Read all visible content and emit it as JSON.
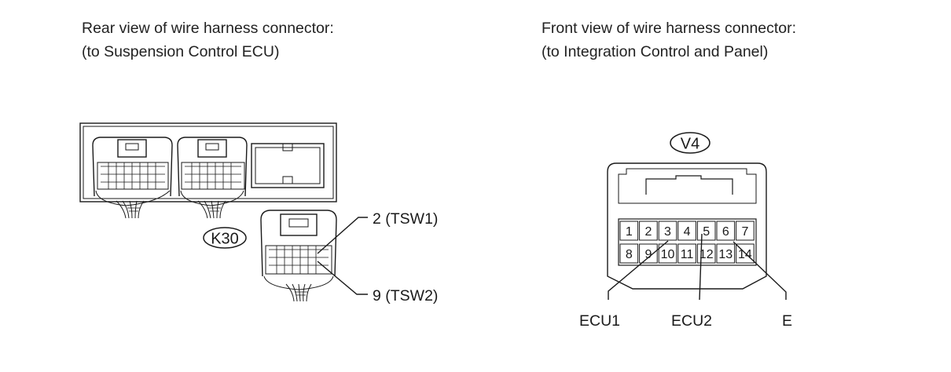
{
  "left_panel": {
    "caption_line1": "Rear view of wire harness connector:",
    "caption_line2": "(to Suspension Control ECU)",
    "connector_id": "K30",
    "callouts": [
      {
        "pin": "2",
        "signal": "TSW1",
        "text": "2 (TSW1)"
      },
      {
        "pin": "9",
        "signal": "TSW2",
        "text": "9 (TSW2)"
      }
    ]
  },
  "right_panel": {
    "caption_line1": "Front view of wire harness connector:",
    "caption_line2": "(to Integration Control and Panel)",
    "connector_id": "V4",
    "pins_top_row": [
      "1",
      "2",
      "3",
      "4",
      "5",
      "6",
      "7"
    ],
    "pins_bottom_row": [
      "8",
      "9",
      "10",
      "11",
      "12",
      "13",
      "14"
    ],
    "terminal_labels": [
      {
        "text": "ECU1",
        "pin": "3"
      },
      {
        "text": "ECU2",
        "pin": "5"
      },
      {
        "text": "E",
        "pin": "6"
      }
    ]
  }
}
